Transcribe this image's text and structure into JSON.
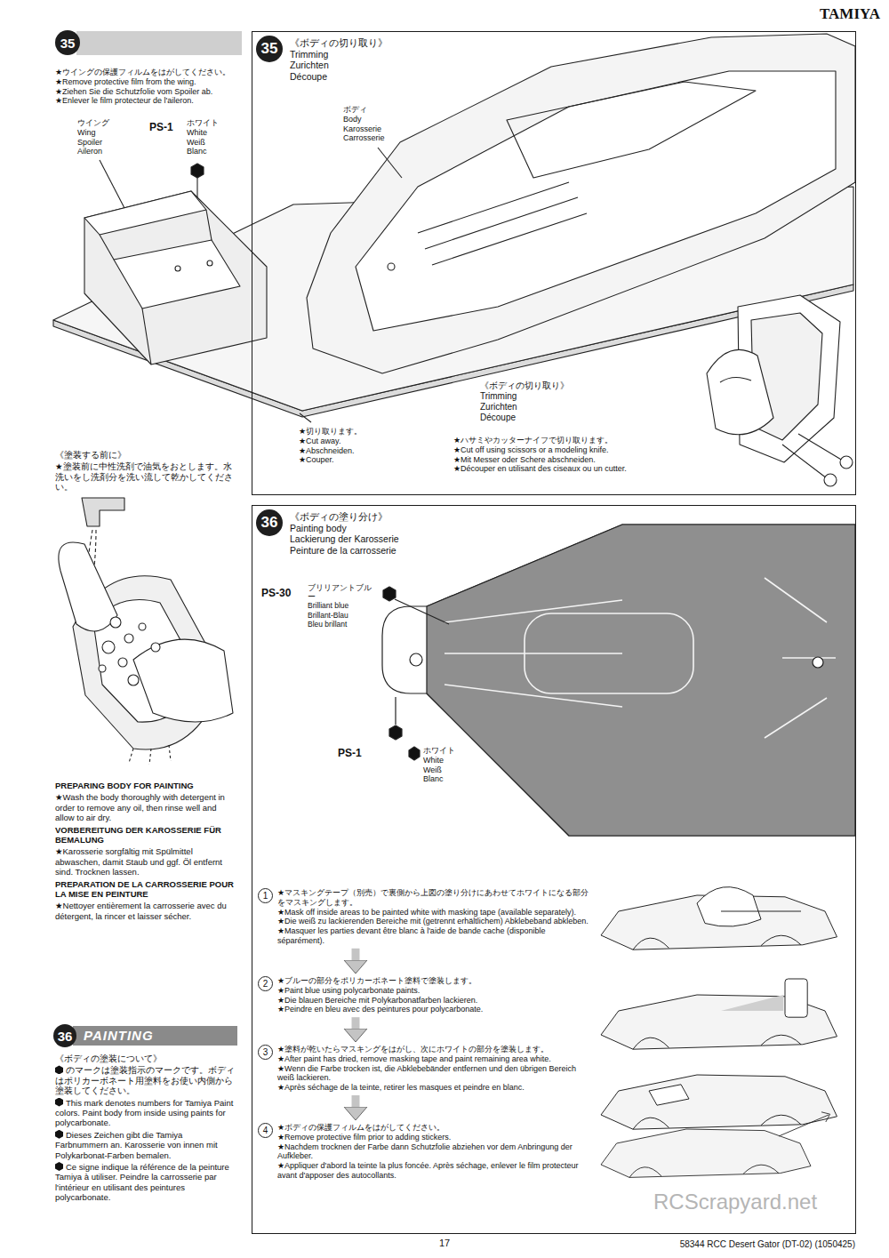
{
  "diagram": {
    "nodes": [
      {
        "text": [
          "35"
        ]
      },
      {
        "text": [
          "35",
          "《ボディの切り取り》",
          "Trimming",
          "Zurichten",
          "Découpe"
        ]
      },
      {
        "text": [
          "36",
          "PAINTING"
        ]
      },
      {
        "text": [
          "36",
          "《ボディの塗り分け》",
          "Painting body",
          "Lackierung der Karosserie",
          "Peinture de la carrosserie"
        ]
      },
      {
        "text": [
          "1",
          "★マスキングテープ（別売）で裏側から上図の塗り分けにあわせてホワイトになる部分をマスキングします。",
          "★Mask off inside areas to be painted white with masking tape (available separately).",
          "★Die weiß zu lackierenden Bereiche mit (getrennt erhältlichem) Abklebeband abkleben.",
          "★Masquer les parties devant être blanc à l'aide de bande cache (disponible séparément)."
        ],
        "in": 3
      },
      {
        "text": [
          "2",
          "★ブルーの部分をポリカーボネート塗料で塗装します。",
          "★Paint blue using polycarbonate paints.",
          "★Die blauen Bereiche mit Polykarbonatfarben lackieren.",
          "★Peindre en bleu avec des peintures pour polycarbonate."
        ],
        "in": 3
      },
      {
        "text": [
          "3",
          "★塗料が乾いたらマスキングをはがし、次にホワイトの部分を塗装します。",
          "★After paint has dried, remove masking tape and paint remaining area white.",
          "★Wenn die Farbe trocken ist, die Abklebebänder entfernen und den übrigen Bereich weiß lackieren.",
          "★Après séchage de la teinte, retirer les masques et peindre en blanc."
        ],
        "in": 3
      },
      {
        "text": [
          "4",
          "★ボディの保護フィルムをはがしてください。",
          "★Remove protective film prior to adding stickers.",
          "★Nachdem trocknen der Farbe dann Schutzfolie abziehen vor dem Anbringung der Aufkleber.",
          "★Appliquer d'abord la teinte la plus foncée. Après séchage, enlever le film protecteur avant d'apposer des autocollants."
        ],
        "in": 3
      }
    ],
    "edges": [
      {
        "from": 4,
        "to": 5,
        "arrow": "to"
      },
      {
        "from": 5,
        "to": 6,
        "arrow": "to"
      },
      {
        "from": 6,
        "to": 7,
        "arrow": "to"
      }
    ],
    "labels": [
      "TAMIYA",
      "★ウイングの保護フィルムをはがしてください。",
      "★Remove protective film from the wing.",
      "★Ziehen Sie die Schutzfolie vom Spoiler ab.",
      "★Enlever le film protecteur de l'aileron.",
      "ウイング",
      "Wing",
      "Spoiler",
      "Aileron",
      "PS-1",
      "ホワイト",
      "White",
      "Weiß",
      "Blanc",
      "ボディ",
      "Body",
      "Karosserie",
      "Carrosserie",
      "《ボディの切り取り》",
      "Trimming",
      "Zurichten",
      "Découpe",
      "★切り取ります。",
      "★Cut away.",
      "★Abschneiden.",
      "★Couper.",
      "★ハサミやカッターナイフで切り取ります。",
      "★Cut off using scissors or a modeling knife.",
      "★Mit Messer oder Schere abschneiden.",
      "★Découper en utilisant des ciseaux ou un cutter.",
      "《塗装する前に》",
      "★塗装前に中性洗剤で油気をおとします。水洗いをし洗剤分を洗い流して乾かしてください。",
      "PREPARING BODY FOR PAINTING",
      "★Wash the body thoroughly with detergent in order to remove any oil, then rinse well and allow to air dry.",
      "VORBEREITUNG DER KAROSSERIE FÜR BEMALUNG",
      "★Karosserie sorgfältig mit Spülmittel abwaschen, damit Staub und ggf. Öl entfernt sind. Trocknen lassen.",
      "PREPARATION DE LA CARROSSERIE POUR LA MISE EN PEINTURE",
      "★Nettoyer entièrement la carrosserie avec du détergent, la rincer et laisser sécher.",
      "《ボディの塗装について》",
      "のマークは塗装指示のマークです。ボディはポリカーボネート用塗料をお使い内側から塗装してください。",
      "This mark denotes numbers for Tamiya Paint colors. Paint body from inside using paints for polycarbonate.",
      "Dieses Zeichen gibt die Tamiya Farbnummern an. Karosserie von innen mit Polykarbonat-Farben bemalen.",
      "Ce signe indique la référence de la peinture Tamiya à utiliser. Peindre la carrosserie par l'intérieur en utilisant des peintures polycarbonate.",
      "PS-30",
      "ブリリアントブルー",
      "Brilliant blue",
      "Brillant-Blau",
      "Bleu brillant",
      "PS-1",
      "ホワイト",
      "White",
      "Weiß",
      "Blanc",
      "17",
      "58344 RCC Desert Gator (DT-02) (1050425)",
      "RCScrapyard.net"
    ]
  }
}
